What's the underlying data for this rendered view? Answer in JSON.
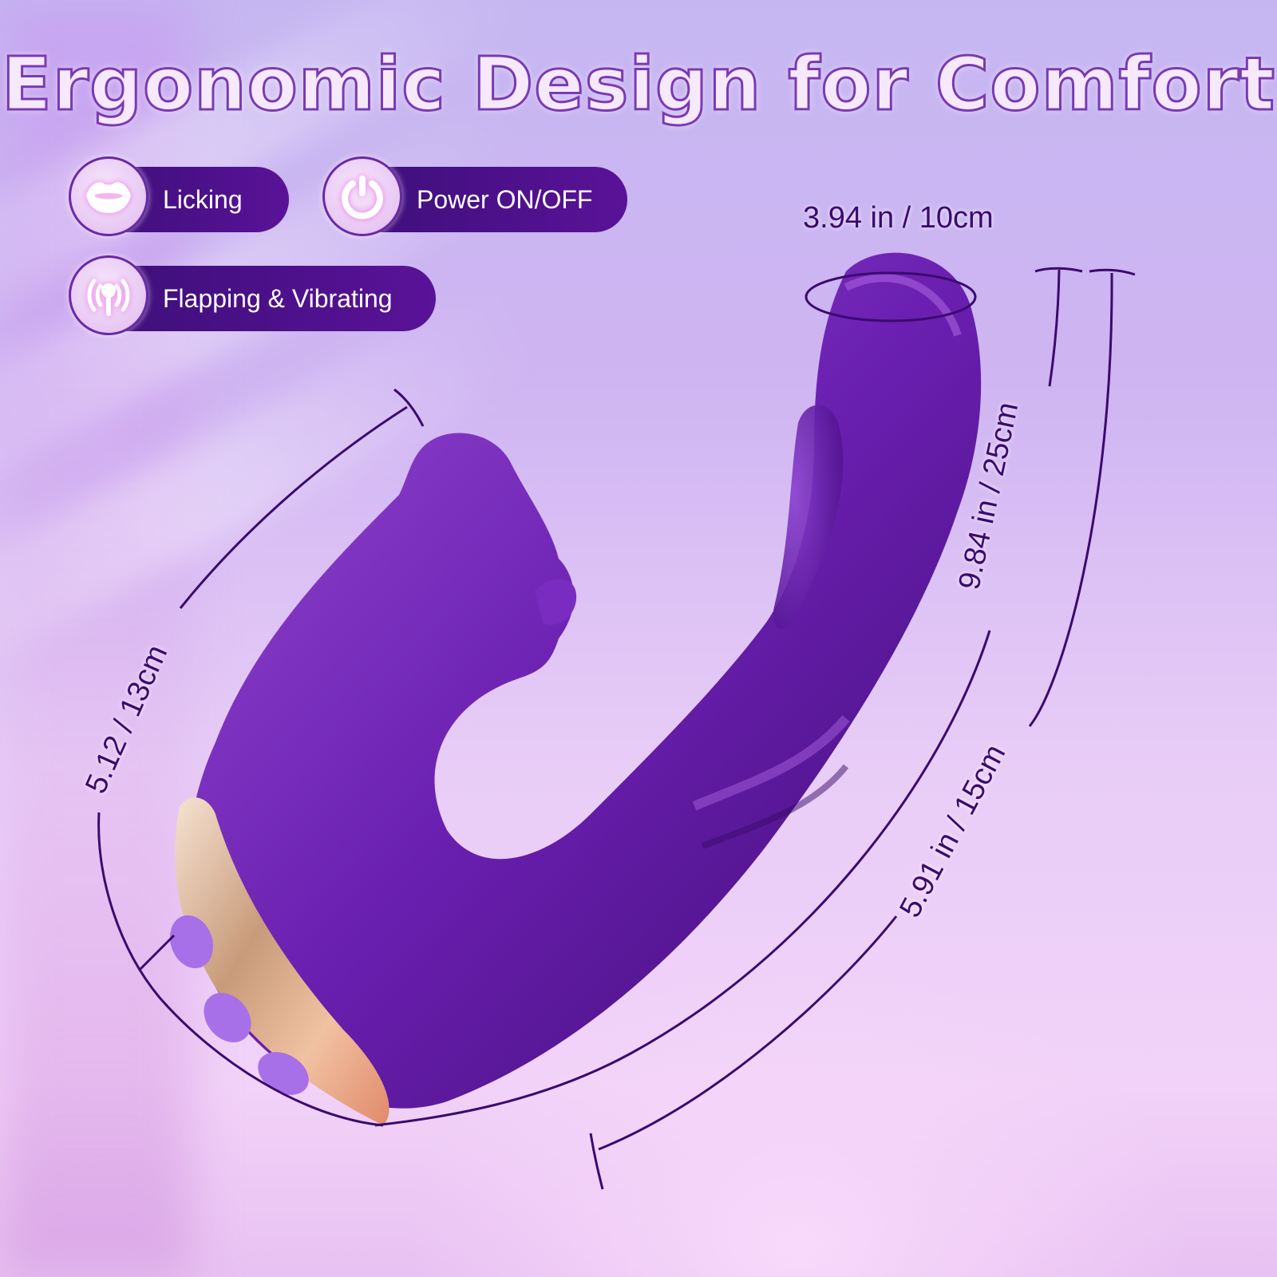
{
  "title": "Ergonomic Design for Comfort",
  "features": [
    {
      "label": "Licking",
      "icon": "lips-icon"
    },
    {
      "label": "Power ON/OFF",
      "icon": "power-icon"
    },
    {
      "label": "Flapping & Vibrating",
      "icon": "vibration-icon"
    }
  ],
  "dimensions": {
    "top_circumference": "3.94 in / 10cm",
    "total_length": "9.84 in / 25cm",
    "insertable_length": "5.91 in / 15cm",
    "external_length": "5.12 / 13cm"
  },
  "colors": {
    "pill_bg": "#4a1088",
    "product_purple": "#6a1fb0",
    "accent_gold": "#e8b898",
    "text_dark": "#3b0a6e",
    "title_fill": "#f7e9fd",
    "title_stroke": "#7a3ab4"
  }
}
